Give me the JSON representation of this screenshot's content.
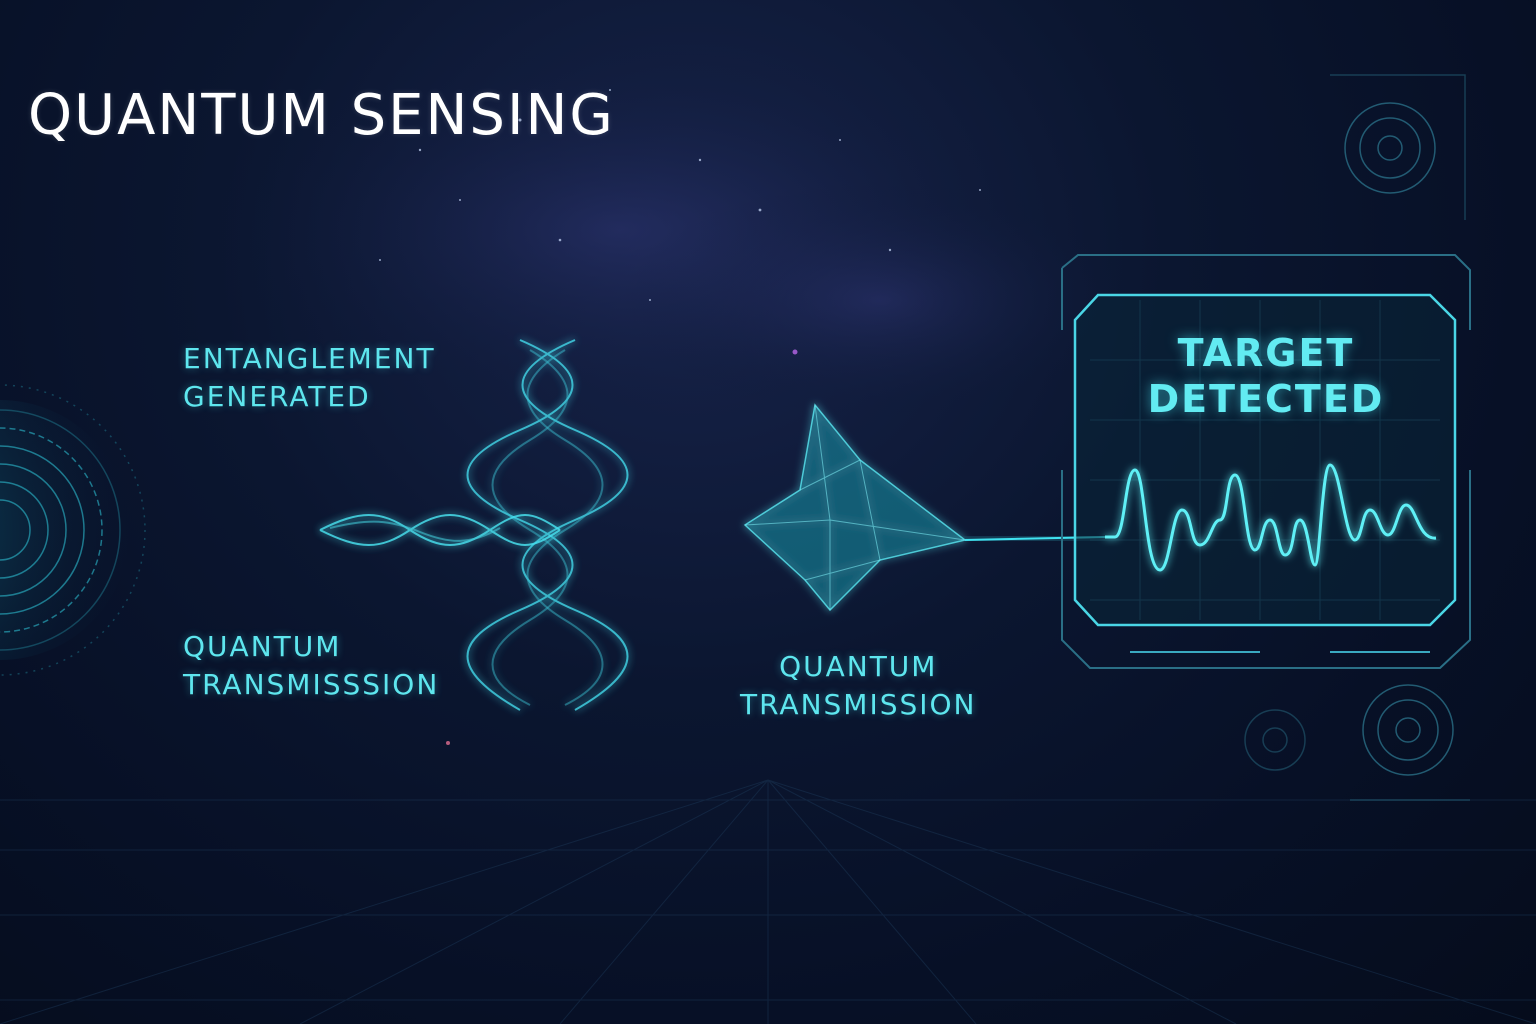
{
  "title": "QUANTUM SENSING",
  "labels": {
    "entanglement": [
      "ENTANGLEMENT",
      "GENERATED"
    ],
    "transmission_left": [
      "QUANTUM",
      "TRANSMISSSION"
    ],
    "transmission_right": [
      "QUANTUM",
      "TRANSMISSION"
    ]
  },
  "monitor": {
    "title": [
      "TARGET",
      "DETECTED"
    ]
  },
  "colors": {
    "accent": "#5ee6ee",
    "glow": "#2ff0ff",
    "background": "#071026",
    "title_text": "#ffffff"
  },
  "icons": [
    "source-rings-icon",
    "helix-icon",
    "target-object-icon",
    "signal-waveform-icon",
    "hud-dial-icon"
  ]
}
